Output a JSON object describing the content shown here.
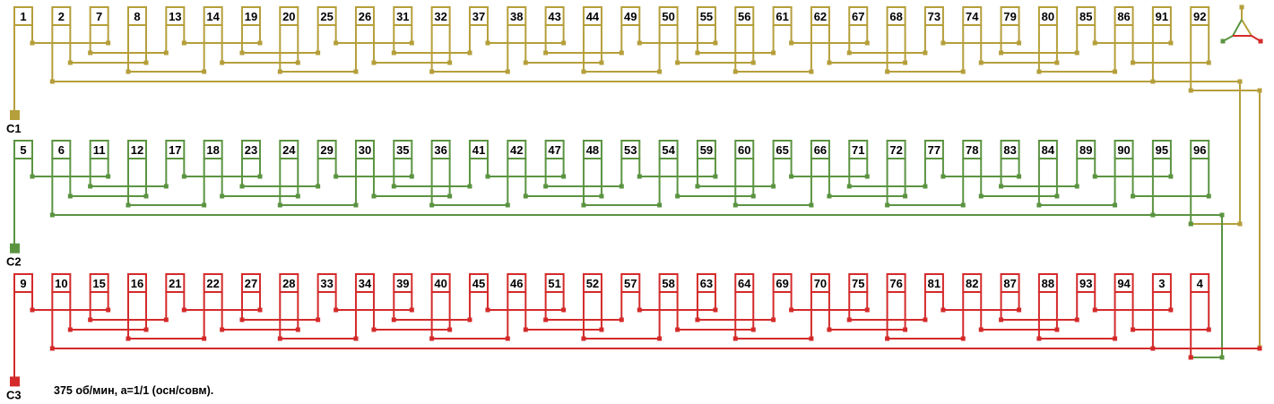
{
  "colors": {
    "phase1": "#b59f3b",
    "phase2": "#5b9441",
    "phase3": "#d42a2a"
  },
  "rows": [
    {
      "phase": "phase1",
      "terminal": "C1",
      "slots": [
        "1",
        "2",
        "7",
        "8",
        "13",
        "14",
        "19",
        "20",
        "25",
        "26",
        "31",
        "32",
        "37",
        "38",
        "43",
        "44",
        "49",
        "50",
        "55",
        "56",
        "61",
        "62",
        "67",
        "68",
        "73",
        "74",
        "79",
        "80",
        "85",
        "86",
        "91",
        "92"
      ]
    },
    {
      "phase": "phase2",
      "terminal": "C2",
      "slots": [
        "5",
        "6",
        "11",
        "12",
        "17",
        "18",
        "23",
        "24",
        "29",
        "30",
        "35",
        "36",
        "41",
        "42",
        "47",
        "48",
        "53",
        "54",
        "59",
        "60",
        "65",
        "66",
        "71",
        "72",
        "77",
        "78",
        "83",
        "84",
        "89",
        "90",
        "95",
        "96"
      ]
    },
    {
      "phase": "phase3",
      "terminal": "C3",
      "slots": [
        "9",
        "10",
        "15",
        "16",
        "21",
        "22",
        "27",
        "28",
        "33",
        "34",
        "39",
        "40",
        "45",
        "46",
        "51",
        "52",
        "57",
        "58",
        "63",
        "64",
        "69",
        "70",
        "75",
        "76",
        "81",
        "82",
        "87",
        "88",
        "93",
        "94",
        "3",
        "4"
      ]
    }
  ],
  "footer": "375 об/мин, a=1/1 (осн/совм)."
}
